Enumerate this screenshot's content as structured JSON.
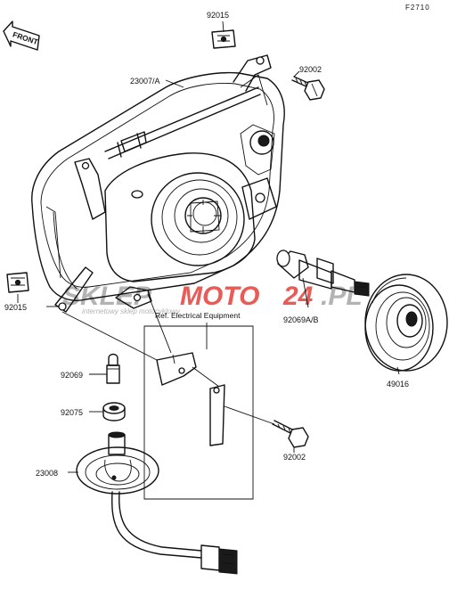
{
  "figure_code": "F2710",
  "front_label": "FRONT",
  "parts": {
    "p92015_top": "92015",
    "p23007a": "23007/A",
    "p92002_top": "92002",
    "p92015_left": "92015",
    "p92069ab": "92069A/B",
    "p49016": "49016",
    "p92069": "92069",
    "p92075": "92075",
    "p23008": "23008",
    "p92002_bottom": "92002"
  },
  "ref_label": "Ref. Electrical Equipment",
  "watermark": {
    "part1": "SKLEP",
    "part2": "MOTO",
    "part3": "24",
    "part4": ".PL",
    "tagline": "internetowy sklep motocyklowy"
  },
  "colors": {
    "line": "#111111",
    "watermark_gray": "#9a9a9a",
    "watermark_red": "#e0261f"
  }
}
